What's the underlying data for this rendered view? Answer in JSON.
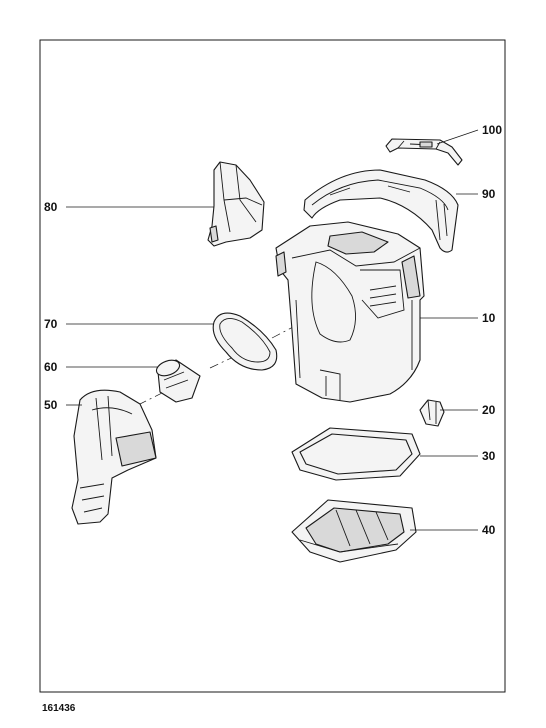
{
  "drawing_number": "161436",
  "parts": [
    {
      "id": "part-100",
      "label": "100"
    },
    {
      "id": "part-90",
      "label": "90"
    },
    {
      "id": "part-80",
      "label": "80"
    },
    {
      "id": "part-10",
      "label": "10"
    },
    {
      "id": "part-70",
      "label": "70"
    },
    {
      "id": "part-60",
      "label": "60"
    },
    {
      "id": "part-50",
      "label": "50"
    },
    {
      "id": "part-20",
      "label": "20"
    },
    {
      "id": "part-30",
      "label": "30"
    },
    {
      "id": "part-40",
      "label": "40"
    }
  ]
}
